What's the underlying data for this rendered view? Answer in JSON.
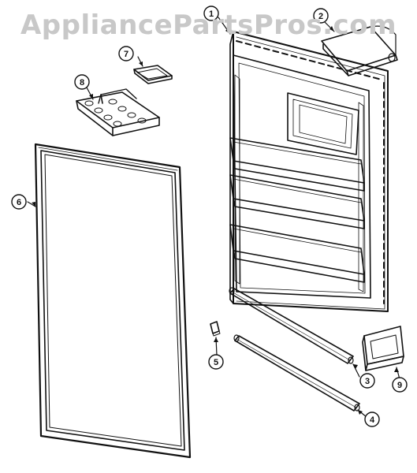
{
  "watermark": "AppliancePartsPros.com",
  "callouts": [
    {
      "id": "c1",
      "label": "1"
    },
    {
      "id": "c2",
      "label": "2"
    },
    {
      "id": "c3",
      "label": "3"
    },
    {
      "id": "c4",
      "label": "4"
    },
    {
      "id": "c5",
      "label": "5"
    },
    {
      "id": "c6",
      "label": "6"
    },
    {
      "id": "c7",
      "label": "7"
    },
    {
      "id": "c8",
      "label": "8"
    },
    {
      "id": "c9",
      "label": "9"
    }
  ],
  "colors": {
    "line": "#111111",
    "watermark": "#c8c8c8",
    "background": "#ffffff"
  }
}
